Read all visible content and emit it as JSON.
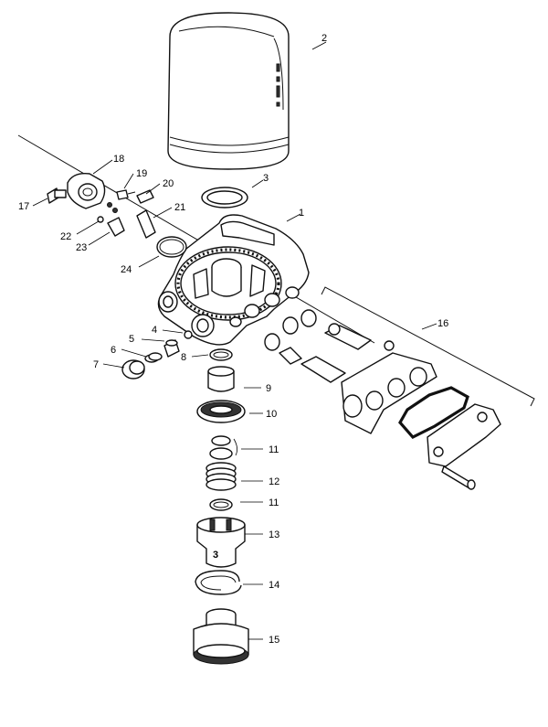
{
  "diagram": {
    "callouts": [
      "1",
      "2",
      "3",
      "4",
      "5",
      "6",
      "7",
      "8",
      "9",
      "10",
      "11",
      "11",
      "12",
      "11",
      "13",
      "14",
      "15",
      "16",
      "17",
      "18",
      "19",
      "20",
      "21",
      "22",
      "23",
      "24"
    ],
    "part_stamp": "3"
  }
}
